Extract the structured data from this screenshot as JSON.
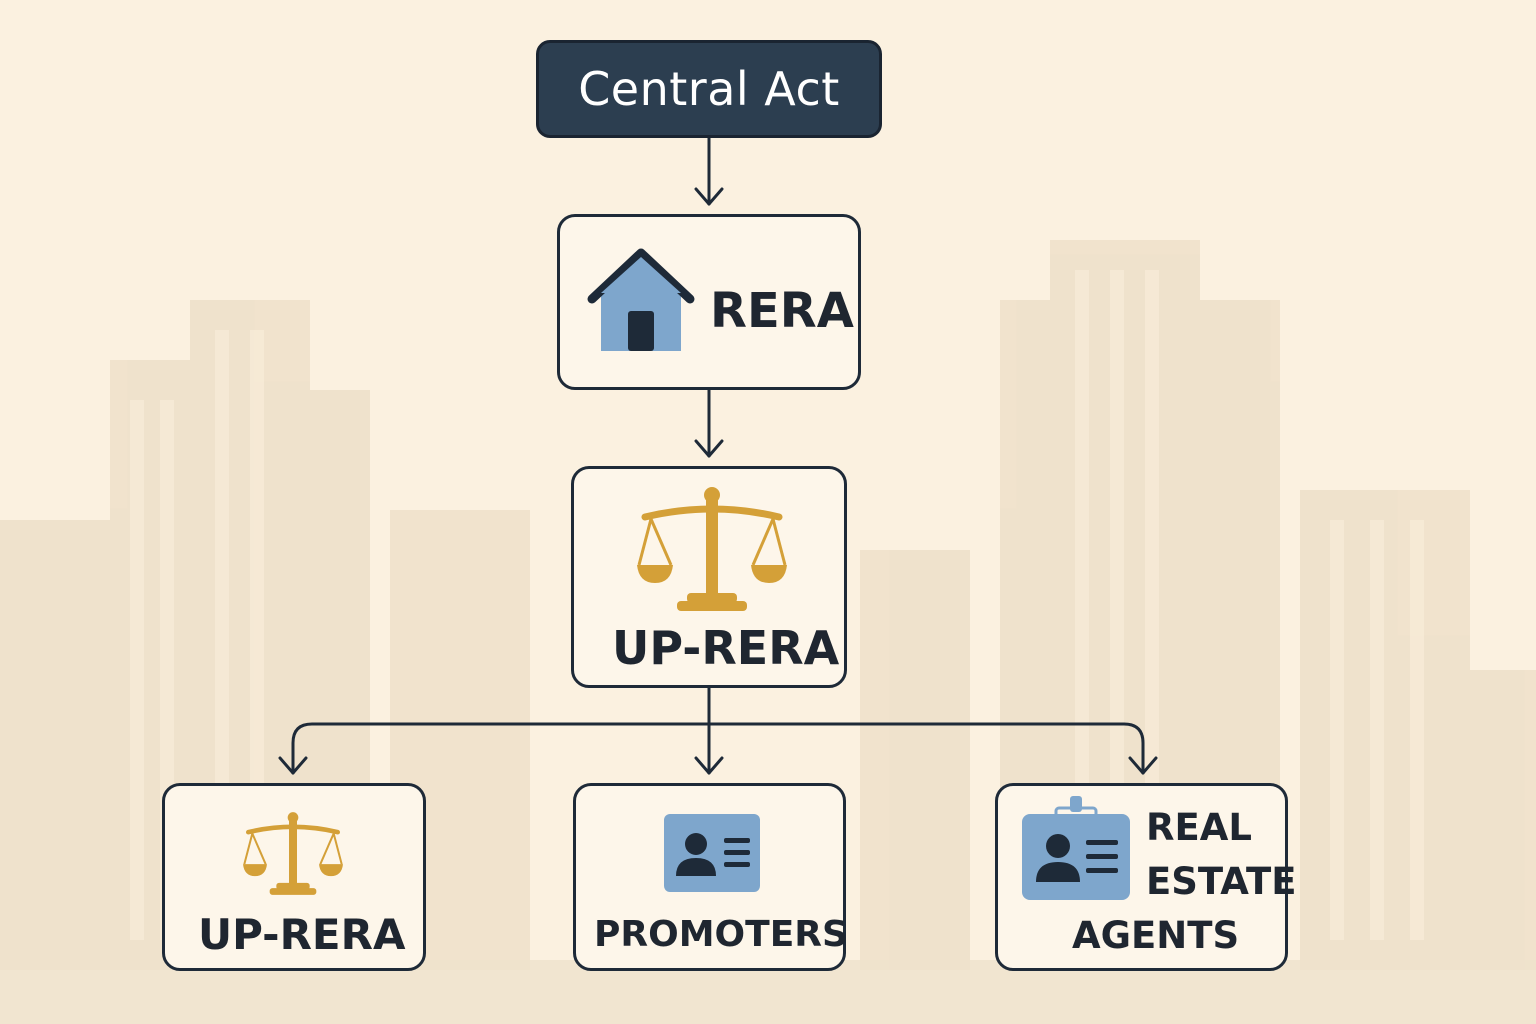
{
  "diagram": {
    "nodes": {
      "central_act": {
        "label": "Central Act"
      },
      "rera": {
        "label": "RERA",
        "icon": "house-icon"
      },
      "up_rera_main": {
        "label": "UP-RERA",
        "icon": "scales-icon"
      },
      "up_rera_child": {
        "label": "UP-RERA",
        "icon": "scales-icon"
      },
      "promoters": {
        "label": "PROMOTERS",
        "icon": "id-card-icon"
      },
      "agents": {
        "label_lines": [
          "REAL",
          "ESTATE",
          "AGENTS"
        ],
        "icon": "id-badge-icon"
      }
    },
    "edges": [
      {
        "from": "central_act",
        "to": "rera"
      },
      {
        "from": "rera",
        "to": "up_rera_main"
      },
      {
        "from": "up_rera_main",
        "to": "up_rera_child"
      },
      {
        "from": "up_rera_main",
        "to": "promoters"
      },
      {
        "from": "up_rera_main",
        "to": "agents"
      }
    ],
    "colors": {
      "background": "#fbf1e0",
      "dark_box": "#2c3e50",
      "outline": "#1e2a38",
      "icon_blue": "#7ea6cc",
      "icon_gold": "#d4a038",
      "text": "#1f2630"
    }
  }
}
